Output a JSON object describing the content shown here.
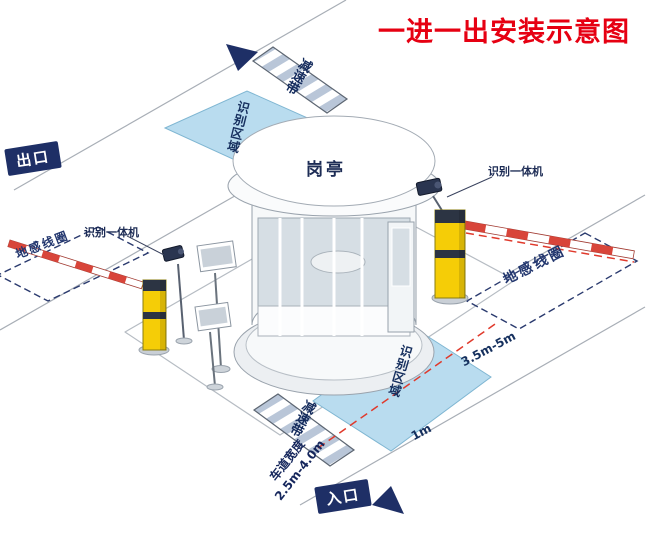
{
  "title": "一进一出安装示意图",
  "badges": {
    "exit": "出口",
    "entrance": "入口"
  },
  "booth": {
    "label": "岗亭"
  },
  "devices": {
    "left_camera_label": "识别一体机",
    "right_camera_label": "识别一体机"
  },
  "zones": {
    "top_recognition_area": "识别区域",
    "bottom_recognition_area": "识别区域",
    "left_ground_coil": "地感线圈",
    "right_ground_coil": "地感线圈",
    "top_speed_bump": "减速带",
    "bottom_speed_bump": "减速带"
  },
  "measurements": {
    "lane_width_label": "车道宽度",
    "lane_width_value": "2.5m-4.0m",
    "coil_distance": "3.5m-5m",
    "area_gap": "1m"
  },
  "colors": {
    "title_red": "#e60012",
    "badge_navy": "#1e2f66",
    "label_navy": "#1d2f63",
    "recognition_area_blue": "#b9dcef",
    "barrier_yellow": "#f5cd07",
    "barrier_arm_red": "#d8453a",
    "coil_dash_navy": "#2a3a6e",
    "guide_dash_red": "#e03a2c"
  }
}
